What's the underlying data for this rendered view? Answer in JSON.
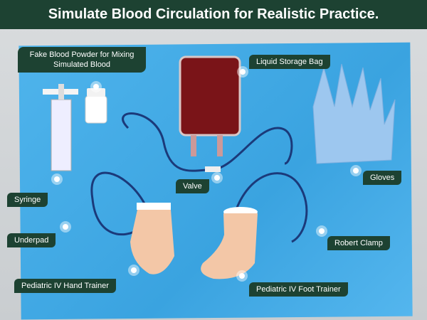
{
  "header": {
    "title": "Simulate Blood Circulation for Realistic Practice."
  },
  "labels": {
    "blood_powder": "Fake Blood Powder for Mixing Simulated Blood",
    "storage_bag": "Liquid Storage Bag",
    "gloves": "Gloves",
    "syringe": "Syringe",
    "valve": "Valve",
    "underpad": "Underpad",
    "robert_clamp": "Robert Clamp",
    "hand_trainer": "Pediatric IV Hand Trainer",
    "foot_trainer": "Pediatric IV Foot Trainer"
  },
  "colors": {
    "header": "#1d4232",
    "underpad": "#3aa3e0",
    "blood": "#7a1418"
  }
}
